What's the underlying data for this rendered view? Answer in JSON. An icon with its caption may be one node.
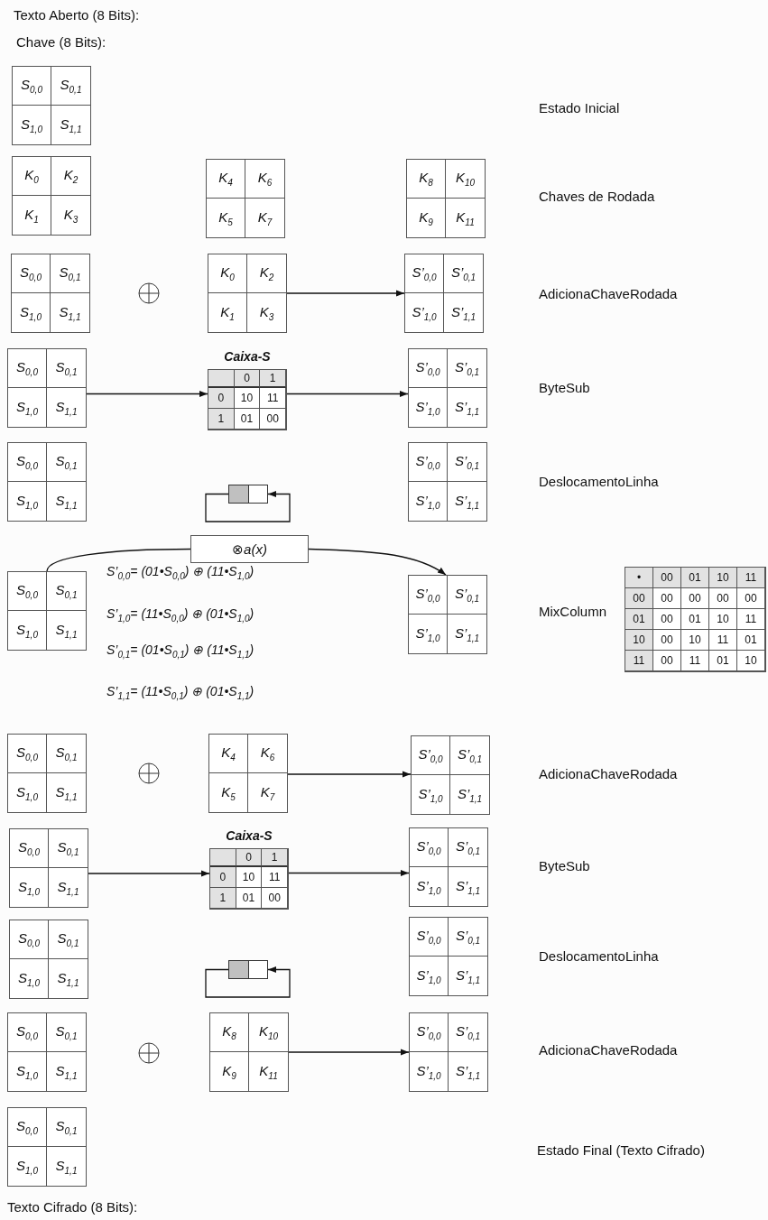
{
  "diagram": {
    "nodes": [
      {
        "text": [
          "S$_{0,0}$",
          "S$_{0,1}$",
          "S$_{1,0}$",
          "S$_{1,1}$"
        ]
      },
      {
        "text": [
          "K$_{0}$",
          "K$_{2}$",
          "K$_{1}$",
          "K$_{3}$"
        ]
      },
      {
        "text": [
          "K$_{4}$",
          "K$_{6}$",
          "K$_{5}$",
          "K$_{7}$"
        ]
      },
      {
        "text": [
          "K$_{8}$",
          "K$_{10}$",
          "K$_{9}$",
          "K$_{11}$"
        ]
      },
      {
        "text": [
          "S$_{0,0}$",
          "S$_{0,1}$",
          "S$_{1,0}$",
          "S$_{1,1}$"
        ]
      },
      {
        "text": [
          "K$_{0}$",
          "K$_{2}$",
          "K$_{1}$",
          "K$_{3}$"
        ]
      },
      {
        "text": [
          "S’$_{0,0}$",
          "S’$_{0,1}$",
          "S’$_{1,0}$",
          "S’$_{1,1}$"
        ]
      },
      {
        "text": [
          "S$_{0,0}$",
          "S$_{0,1}$",
          "S$_{1,0}$",
          "S$_{1,1}$"
        ]
      },
      {
        "text": [
          "Caixa-S",
          "0",
          "1",
          "0",
          "10",
          "11",
          "1",
          "01",
          "00"
        ]
      },
      {
        "text": [
          "S’$_{0,0}$",
          "S’$_{0,1}$",
          "S’$_{1,0}$",
          "S’$_{1,1}$"
        ]
      },
      {
        "text": [
          "S$_{0,0}$",
          "S$_{0,1}$",
          "S$_{1,0}$",
          "S$_{1,1}$"
        ]
      },
      {
        "text": [],
        "shape": "box"
      },
      {
        "text": [
          "S’$_{0,0}$",
          "S’$_{0,1}$",
          "S’$_{1,0}$",
          "S’$_{1,1}$"
        ]
      },
      {
        "text": [
          "⊗*a(x)*"
        ]
      },
      {
        "text": [
          "S$_{0,0}$",
          "S$_{0,1}$",
          "S$_{1,0}$",
          "S$_{1,1}$"
        ]
      },
      {
        "text": [
          "S’$_{0,0}$",
          "S’$_{0,1}$",
          "S’$_{1,0}$",
          "S’$_{1,1}$"
        ]
      },
      {
        "text": [
          "•",
          "00",
          "01",
          "10",
          "11",
          "00",
          "00",
          "00",
          "00",
          "00",
          "01",
          "00",
          "01",
          "10",
          "11",
          "10",
          "00",
          "10",
          "11",
          "01",
          "11",
          "00",
          "11",
          "01",
          "10"
        ]
      },
      {
        "text": [
          "S$_{0,0}$",
          "S$_{0,1}$",
          "S$_{1,0}$",
          "S$_{1,1}$"
        ]
      },
      {
        "text": [
          "K$_{4}$",
          "K$_{6}$",
          "K$_{5}$",
          "K$_{7}$"
        ]
      },
      {
        "text": [
          "S’$_{0,0}$",
          "S’$_{0,1}$",
          "S’$_{1,0}$",
          "S’$_{1,1}$"
        ]
      },
      {
        "text": [
          "S$_{0,0}$",
          "S$_{0,1}$",
          "S$_{1,0}$",
          "S$_{1,1}$"
        ]
      },
      {
        "text": [
          "Caixa-S",
          "0",
          "1",
          "0",
          "10",
          "11",
          "1",
          "01",
          "00"
        ]
      },
      {
        "text": [
          "S’$_{0,0}$",
          "S’$_{0,1}$",
          "S’$_{1,0}$",
          "S’$_{1,1}$"
        ]
      },
      {
        "text": [
          "S$_{0,0}$",
          "S$_{0,1}$",
          "S$_{1,0}$",
          "S$_{1,1}$"
        ]
      },
      {
        "text": [],
        "shape": "box"
      },
      {
        "text": [
          "S’$_{0,0}$",
          "S’$_{0,1}$",
          "S’$_{1,0}$",
          "S’$_{1,1}$"
        ]
      },
      {
        "text": [
          "S$_{0,0}$",
          "S$_{0,1}$",
          "S$_{1,0}$",
          "S$_{1,1}$"
        ]
      },
      {
        "text": [
          "K$_{8}$",
          "K$_{10}$",
          "K$_{9}$",
          "K$_{11}$"
        ]
      },
      {
        "text": [
          "S’$_{0,0}$",
          "S’$_{0,1}$",
          "S’$_{1,0}$",
          "S’$_{1,1}$"
        ]
      },
      {
        "text": [
          "S$_{0,0}$",
          "S$_{0,1}$",
          "S$_{1,0}$",
          "S$_{1,1}$"
        ]
      }
    ],
    "edges": [
      {
        "from": 5,
        "to": 6,
        "arrow": "to"
      },
      {
        "from": 7,
        "to": 8,
        "arrow": "to"
      },
      {
        "from": 8,
        "to": 9,
        "arrow": "to"
      },
      {
        "from": 11,
        "to": 11,
        "arrow": "to"
      },
      {
        "from": 14,
        "to": 13,
        "arrow": "none"
      },
      {
        "from": 13,
        "to": 15,
        "arrow": "to"
      },
      {
        "from": 18,
        "to": 19,
        "arrow": "to"
      },
      {
        "from": 20,
        "to": 21,
        "arrow": "to"
      },
      {
        "from": 21,
        "to": 22,
        "arrow": "to"
      },
      {
        "from": 24,
        "to": 24,
        "arrow": "to"
      },
      {
        "from": 27,
        "to": 28,
        "arrow": "to"
      }
    ],
    "labels": [
      "Texto Aberto (8 Bits):",
      "Chave (8 Bits):",
      "Estado Inicial",
      "Chaves de Rodada",
      "AdicionaChaveRodada",
      "ByteSub",
      "DeslocamentoLinha",
      "S’$_{0,0}$= (01•S$_{0,0}$) ⊕ (11•S$_{1,0}$)",
      "MixColumn",
      "S’$_{1,0}$= (11•S$_{0,0}$) ⊕ (01•S$_{1,0}$)",
      "S’$_{0,1}$= (01•S$_{0,1}$) ⊕ (11•S$_{1,1}$)",
      "S’$_{1,1}$= (11•S$_{0,1}$) ⊕ (01•S$_{1,1}$)",
      "AdicionaChaveRodada",
      "ByteSub",
      "DeslocamentoLinha",
      "AdicionaChaveRodada",
      "Estado Final (Texto Cifrado)",
      "Texto Cifrado (8 Bits):"
    ]
  }
}
